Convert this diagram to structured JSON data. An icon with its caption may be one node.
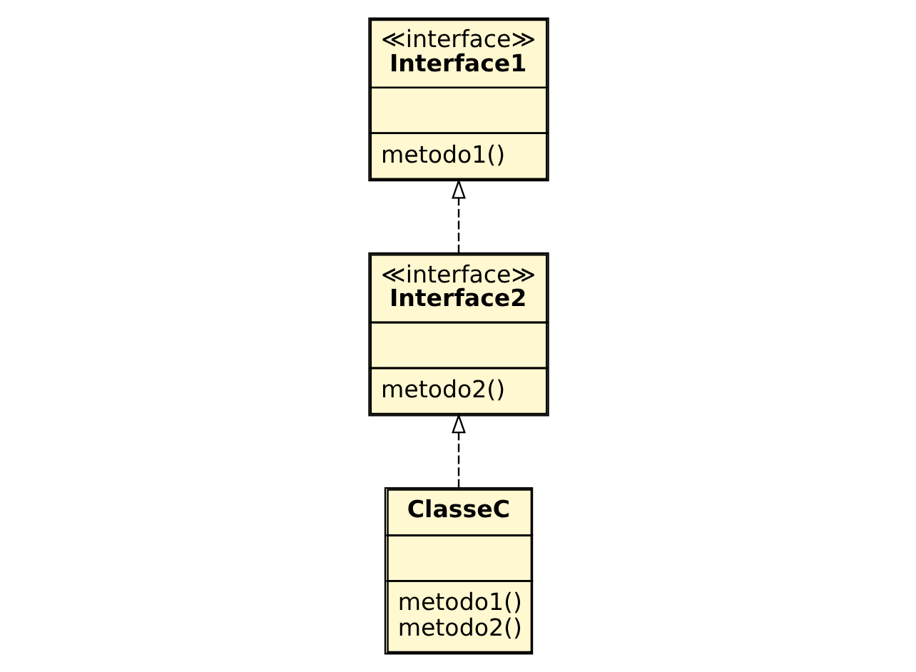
{
  "diagram": {
    "nodes": [
      {
        "text": [
          "≪interface≫",
          "Interface1",
          "metodo1()"
        ]
      },
      {
        "text": [
          "≪interface≫",
          "Interface2",
          "metodo2()"
        ]
      },
      {
        "text": [
          "ClasseC",
          "metodo1()",
          "metodo2()"
        ]
      }
    ],
    "edges": [
      {
        "from": 1,
        "to": 0,
        "arrow": "to",
        "style": "dashed"
      },
      {
        "from": 2,
        "to": 1,
        "arrow": "to",
        "style": "dashed"
      }
    ]
  }
}
